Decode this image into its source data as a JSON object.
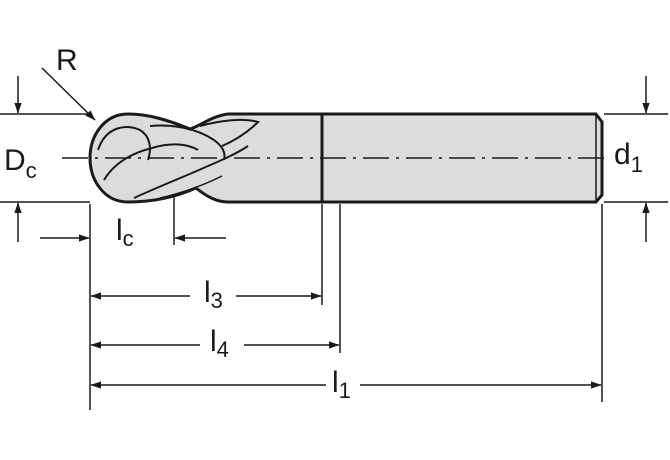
{
  "labels": {
    "radius": "R",
    "cutting_diameter": {
      "main": "D",
      "sub": "c"
    },
    "cutting_length": {
      "main": "l",
      "sub": "c"
    },
    "length_3": {
      "main": "l",
      "sub": "3"
    },
    "length_4": {
      "main": "l",
      "sub": "4"
    },
    "overall_length": {
      "main": "l",
      "sub": "1"
    },
    "shank_diameter": {
      "main": "d",
      "sub": "1"
    }
  },
  "colors": {
    "ink": "#1a1a1a",
    "tool_fill": "#dcdcdc",
    "background": "#ffffff"
  }
}
